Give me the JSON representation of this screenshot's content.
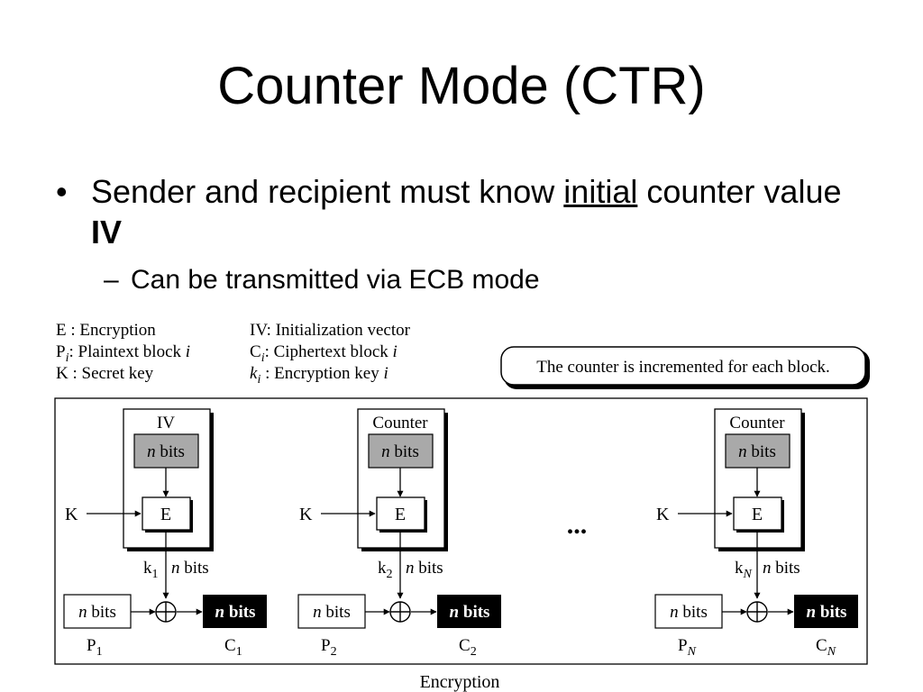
{
  "slide": {
    "title": "Counter Mode (CTR)",
    "bullet_marker": "•",
    "bullet_part1": "Sender and recipient must know ",
    "bullet_underlined": "initial",
    "bullet_part2": " counter value ",
    "bullet_bold": "IV",
    "sub_marker": "–",
    "sub_bullet": "Can be transmitted via ECB mode"
  },
  "figure": {
    "legend": {
      "e_label": "E : Encryption",
      "p_sym": "P",
      "p_sub": "i",
      "p_desc": ": Plaintext block ",
      "p_var": "i",
      "k_label": "K : Secret key",
      "iv_label": "IV: Initialization vector",
      "c_sym": "C",
      "c_sub": "i",
      "c_desc": ": Ciphertext block ",
      "c_var": "i",
      "ki_sym": "k",
      "ki_sub": "i",
      "ki_desc": " : Encryption key ",
      "ki_var": "i"
    },
    "callout": "The counter is incremented for each block.",
    "ellipsis": "...",
    "caption": "Encryption",
    "n_italic": "n",
    "bits": " bits",
    "encrypt_label": "E",
    "key_label": "K",
    "stages": [
      {
        "header": "IV",
        "k_sub": "1",
        "p_sub": "1",
        "c_sub": "1"
      },
      {
        "header": "Counter",
        "k_sub": "2",
        "p_sub": "2",
        "c_sub": "2"
      },
      {
        "header": "Counter",
        "k_sub": "N",
        "p_sub": "N",
        "c_sub": "N"
      }
    ]
  }
}
